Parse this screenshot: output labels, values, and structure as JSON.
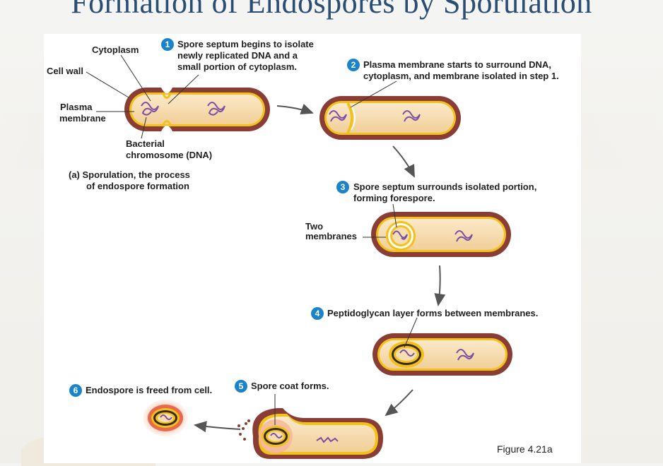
{
  "slide": {
    "title": "Formation of Endospores by Sporulation"
  },
  "labels": {
    "cytoplasm": "Cytoplasm",
    "cell_wall": "Cell wall",
    "plasma_membrane_1": "Plasma",
    "plasma_membrane_2": "membrane",
    "chromosome_1": "Bacterial",
    "chromosome_2": "chromosome (DNA)",
    "caption_1": "(a) Sporulation, the process",
    "caption_2": "of endospore formation",
    "two_membranes_1": "Two",
    "two_membranes_2": "membranes",
    "figure": "Figure 4.21a"
  },
  "steps": [
    {
      "num": "1",
      "lines": [
        "Spore septum begins to isolate",
        "newly replicated DNA and a",
        "small portion of cytoplasm."
      ]
    },
    {
      "num": "2",
      "lines": [
        "Plasma membrane starts to surround DNA,",
        "cytoplasm, and membrane isolated in step 1."
      ]
    },
    {
      "num": "3",
      "lines": [
        "Spore septum surrounds isolated portion,",
        "forming forespore."
      ]
    },
    {
      "num": "4",
      "lines": [
        "Peptidoglycan layer forms between membranes."
      ]
    },
    {
      "num": "5",
      "lines": [
        "Spore coat forms."
      ]
    },
    {
      "num": "6",
      "lines": [
        "Endospore is freed from cell."
      ]
    }
  ],
  "colors": {
    "cell_wall": "#8a3d35",
    "membrane": "#f2c21b",
    "cytoplasm": "#f6ddb2",
    "dna": "#7b4fa3",
    "badge": "#1b84c9",
    "title": "#2a4d73"
  }
}
